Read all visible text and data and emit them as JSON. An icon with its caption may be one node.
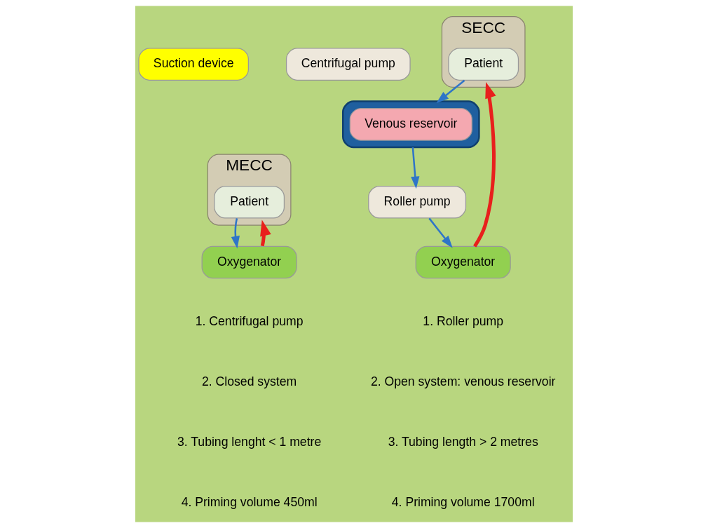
{
  "diagram": {
    "nodes": [
      {
        "text": [
          "MECC"
        ]
      },
      {
        "text": [
          "Patient"
        ],
        "in": 0
      },
      {
        "text": [
          "Suction device"
        ]
      },
      {
        "text": [
          "Centrifugal pump"
        ]
      },
      {
        "text": [
          "Oxygenator"
        ]
      },
      {
        "text": [
          "SECC"
        ]
      },
      {
        "text": [
          "Patient"
        ],
        "in": 5
      },
      {
        "text": [],
        "shape": "cylinder"
      },
      {
        "text": [
          "Venous reservoir"
        ],
        "in": 7
      },
      {
        "text": [
          "Roller pump"
        ]
      },
      {
        "text": [
          "Oxygenator"
        ]
      }
    ],
    "edges": [
      {
        "from": 1,
        "to": 4,
        "arrow": "to"
      },
      {
        "from": 4,
        "to": 0,
        "arrow": "to",
        "style": "thick",
        "color": "#e8201c"
      },
      {
        "from": 6,
        "to": 7,
        "arrow": "to"
      },
      {
        "from": 7,
        "to": 9,
        "arrow": "to"
      },
      {
        "from": 9,
        "to": 10,
        "arrow": "to"
      },
      {
        "from": 10,
        "to": 5,
        "arrow": "to",
        "style": "thick",
        "color": "#e8201c"
      }
    ],
    "labels": [
      "1. Centrifugal pump",
      "1. Roller pump",
      "2. Closed system",
      "2. Open system: venous reservoir",
      "3. Tubing lenght < 1 metre",
      "3. Tubing length > 2 metres",
      "4. Priming volume 450ml",
      "4. Priming volume 1700ml"
    ]
  }
}
